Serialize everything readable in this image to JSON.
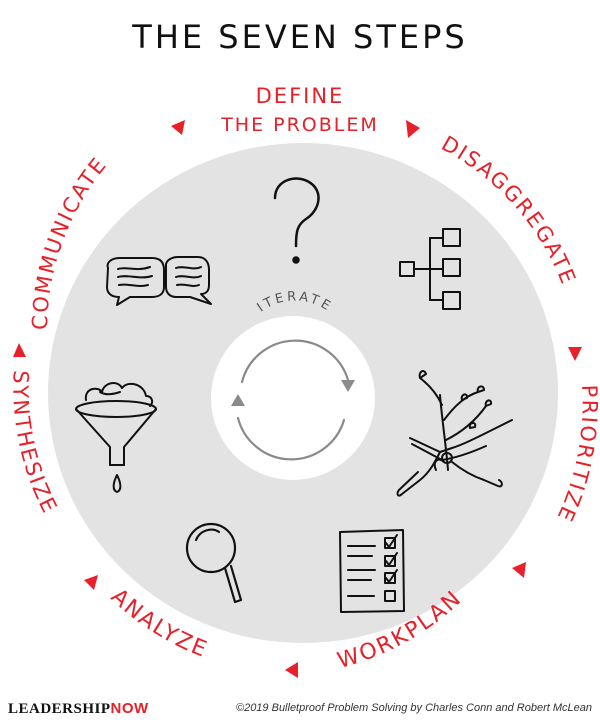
{
  "title": "THE SEVEN STEPS",
  "center_label": "ITERATE",
  "steps": [
    {
      "label_line1": "DEFINE",
      "label_line2": "THE PROBLEM",
      "icon": "question-mark-icon"
    },
    {
      "label": "DISAGGREGATE",
      "icon": "hierarchy-tree-icon"
    },
    {
      "label": "PRIORITIZE",
      "icon": "pruning-shears-icon"
    },
    {
      "label": "WORKPLAN",
      "icon": "checklist-icon"
    },
    {
      "label": "ANALYZE",
      "icon": "magnifying-glass-icon"
    },
    {
      "label": "SYNTHESIZE",
      "icon": "funnel-icon"
    },
    {
      "label": "COMMUNICATE",
      "icon": "speech-bubbles-icon"
    }
  ],
  "footer": {
    "brand_part1": "LEADERSHIP",
    "brand_part2": "NOW",
    "credit": "©2019 Bulletproof Problem Solving by Charles Conn and Robert McLean"
  },
  "colors": {
    "accent": "#e8202a",
    "disc": "#e3e3e3",
    "ink": "#111111",
    "iterate_gray": "#8a8a8a"
  }
}
